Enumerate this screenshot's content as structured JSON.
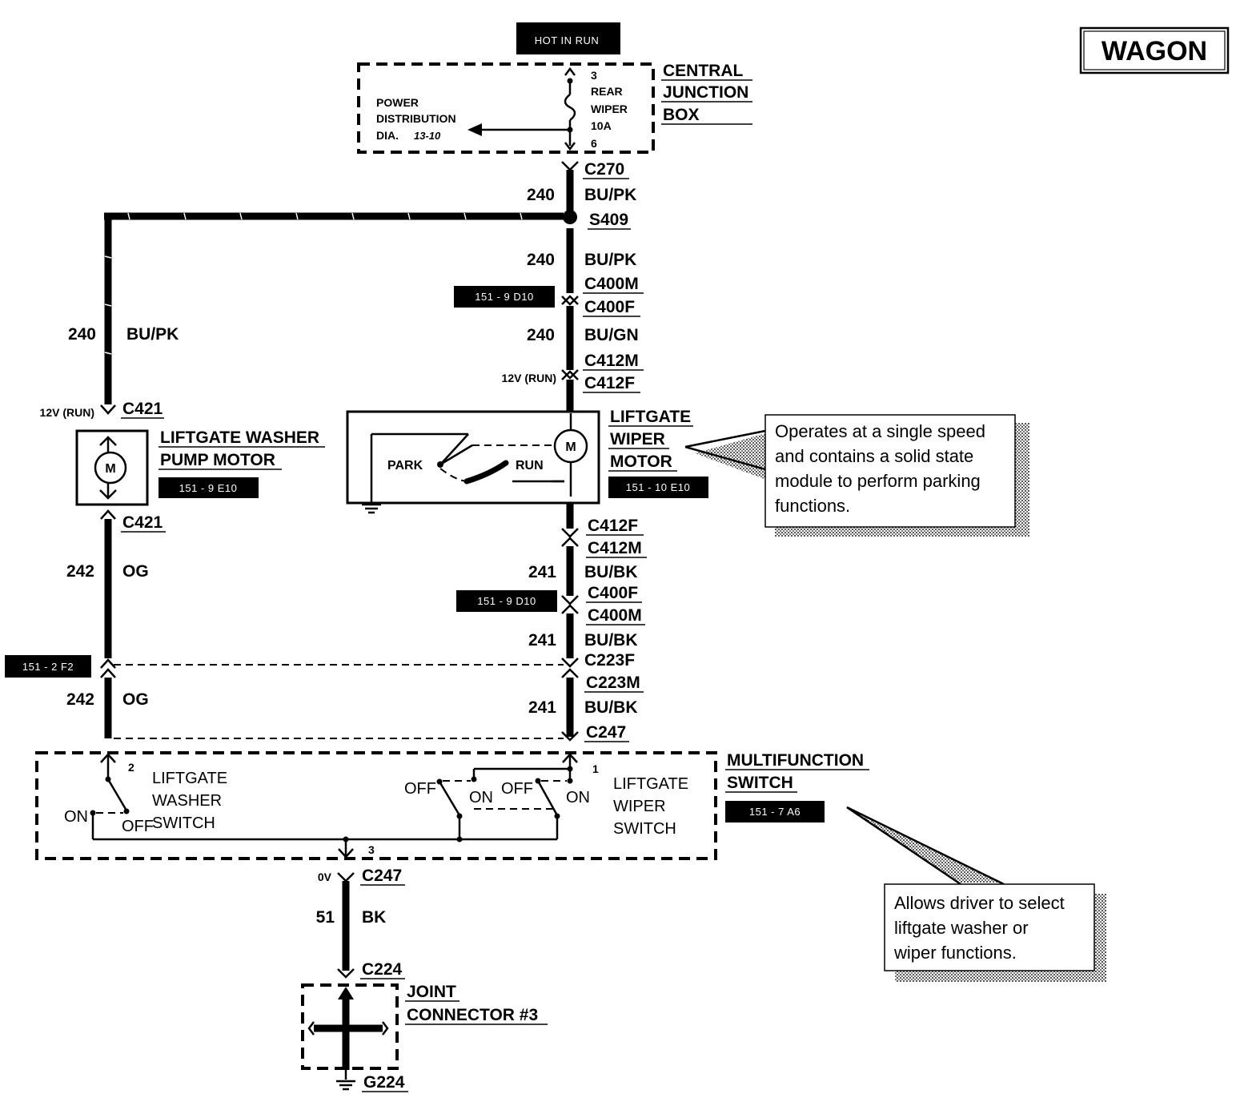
{
  "badge": "WAGON",
  "hot_in_run": "HOT IN RUN",
  "central_junction_box": {
    "line1": "CENTRAL",
    "line2": "JUNCTION",
    "line3": "BOX",
    "power_dist_1": "POWER",
    "power_dist_2": "DISTRIBUTION",
    "power_dist_3": "DIA.",
    "power_dist_ref": "13-10",
    "fuse_pin_top": "3",
    "fuse_name_1": "REAR",
    "fuse_name_2": "WIPER",
    "fuse_rating": "10A",
    "fuse_pin_bottom": "6"
  },
  "connectors": {
    "c270": "C270",
    "s409": "S409",
    "c400m": "C400M",
    "c400f": "C400F",
    "c412m": "C412M",
    "c412f": "C412F",
    "c421": "C421",
    "c223f": "C223F",
    "c223m": "C223M",
    "c247": "C247",
    "c224": "C224",
    "g224": "G224"
  },
  "wires": {
    "n240": "240",
    "bupk": "BU/PK",
    "bugn": "BU/GN",
    "n241": "241",
    "bubk": "BU/BK",
    "n242": "242",
    "og": "OG",
    "n51": "51",
    "bk": "BK"
  },
  "voltages": {
    "v12run": "12V (RUN)",
    "v0": "0V"
  },
  "refs": {
    "r151_9_d10": "151 - 9  D10",
    "r151_9_e10": "151 - 9  E10",
    "r151_10_e10": "151 - 10  E10",
    "r151_2_f2": "151 - 2  F2",
    "r151_7_a6": "151 - 7  A6"
  },
  "washer_motor": {
    "line1": "LIFTGATE WASHER",
    "line2": "PUMP MOTOR",
    "symbol": "M"
  },
  "wiper_motor": {
    "line1": "LIFTGATE",
    "line2": "WIPER",
    "line3": "MOTOR",
    "symbol": "M",
    "park": "PARK",
    "run": "RUN"
  },
  "note_wiper": "Operates at a single speed and contains a solid state module to perform parking functions.",
  "note_wiper_lines": [
    "Operates at a single speed",
    "and contains a solid state",
    "module to perform parking",
    "functions."
  ],
  "multifunction_switch": {
    "line1": "MULTIFUNCTION",
    "line2": "SWITCH",
    "washer_1": "LIFTGATE",
    "washer_2": "WASHER",
    "washer_3": "SWITCH",
    "wiper_1": "LIFTGATE",
    "wiper_2": "WIPER",
    "wiper_3": "SWITCH",
    "pin2": "2",
    "pin1": "1",
    "pin3": "3",
    "on": "ON",
    "off": "OFF"
  },
  "note_switch_lines": [
    "Allows driver to select",
    "liftgate  washer or",
    "wiper functions."
  ],
  "joint_connector": {
    "line1": "JOINT",
    "line2": "CONNECTOR #3"
  }
}
